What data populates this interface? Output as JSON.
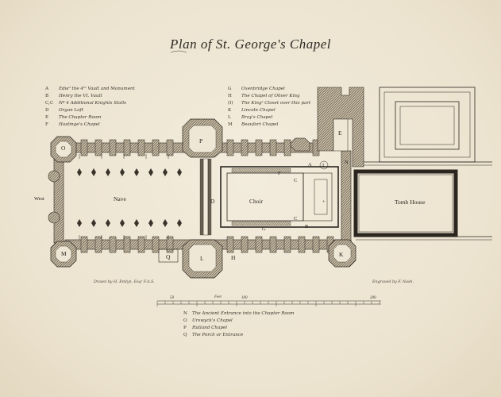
{
  "title": "Plan of St. George's Chapel",
  "key_left": [
    {
      "letter": "A",
      "text": "Edwᵈ the 4ᵗʰ Vault and Monument"
    },
    {
      "letter": "B",
      "text": "Henry the VI. Vault"
    },
    {
      "letter": "C,C",
      "text": "Nº 4 Additional Knights Stalls"
    },
    {
      "letter": "D",
      "text": "Organ Loft"
    },
    {
      "letter": "E",
      "text": "The Chapter Room"
    },
    {
      "letter": "F",
      "text": "Hastinge's Chapel"
    }
  ],
  "key_right": [
    {
      "letter": "G",
      "text": "Oxenbridge Chapel"
    },
    {
      "letter": "H",
      "text": "The Chapel of Oliver King"
    },
    {
      "letter": "(I)",
      "text": "The Kingˢ Closet over this part"
    },
    {
      "letter": "K",
      "text": "Lincoln Chapel"
    },
    {
      "letter": "L",
      "text": "Bray's Chapel"
    },
    {
      "letter": "M",
      "text": "Beaufort Chapel"
    }
  ],
  "key_bottom": [
    {
      "letter": "N",
      "text": "The Ancient Entrance into the Chapter Room"
    },
    {
      "letter": "O",
      "text": "Urswyck's Chapel"
    },
    {
      "letter": "P",
      "text": "Rutland Chapel"
    },
    {
      "letter": "Q",
      "text": "The Porch or Entrance"
    }
  ],
  "credits": {
    "drawn_by": "Drawn by H. Emlyn, Esqʳ F.A.S.",
    "engraved_by": "Engraved by F. Nash."
  },
  "scale": {
    "label": "Feet",
    "ticks": [
      "50",
      "100",
      "200"
    ]
  },
  "plan_labels": {
    "west": "West",
    "nave": "Nave",
    "choir": "Choir",
    "tomb_house": "Tomb House",
    "A": "A",
    "B": "B",
    "C1": "C",
    "C2": "C",
    "D": "D",
    "E": "E",
    "F": "F",
    "G": "G",
    "H": "H",
    "I": "I",
    "K": "K",
    "L": "L",
    "M": "M",
    "N": "N",
    "O": "O",
    "P": "P",
    "Q": "Q",
    "plus": "+"
  }
}
